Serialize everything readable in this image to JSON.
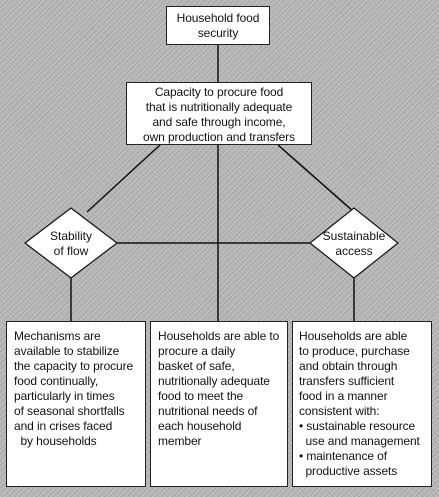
{
  "diagram": {
    "top_box": {
      "lines": [
        "Household food",
        "security"
      ]
    },
    "capacity_box": {
      "lines": [
        "Capacity to procure food",
        "that is nutritionally adequate",
        "and safe through income,",
        "own production and transfers"
      ]
    },
    "left_diamond": {
      "lines": [
        "Stability",
        "of flow"
      ]
    },
    "right_diamond": {
      "lines": [
        "Sustainable",
        "access"
      ]
    },
    "bottom_left_box": {
      "lines": [
        "Mechanisms are",
        "available to stabilize",
        "the capacity to procure",
        "food continually,",
        "particularly in times",
        "of seasonal shortfalls",
        "and in crises faced",
        "  by households"
      ]
    },
    "bottom_middle_box": {
      "lines": [
        "Households are able to",
        "procure a daily",
        "basket of safe,",
        "nutritionally adequate",
        "food to meet the",
        "nutritional needs of",
        "each household",
        "member"
      ]
    },
    "bottom_right_box": {
      "lines": [
        "Households are able",
        "to produce, purchase",
        "and obtain through",
        "transfers sufficient",
        "food in a manner",
        "consistent with:",
        "• sustainable resource",
        "  use and management",
        "• maintenance of",
        "  productive assets"
      ]
    }
  }
}
